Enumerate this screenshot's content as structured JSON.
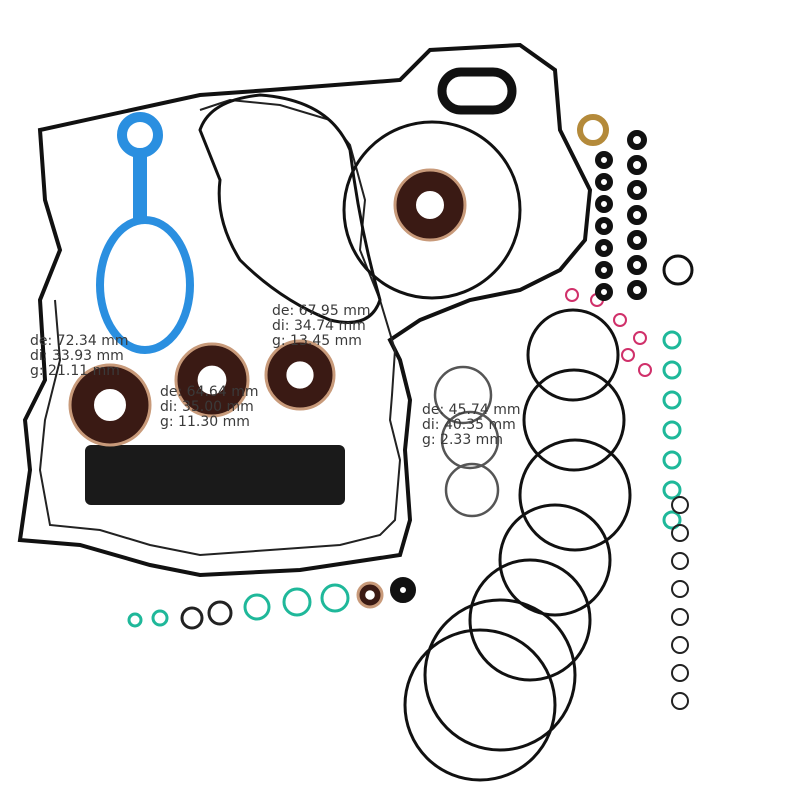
{
  "labels": [
    {
      "de": "de: 72.34 mm",
      "di": "di: 33.93 mm",
      "g": "g: 21.11 mm"
    },
    {
      "de": "de: 64.64 mm",
      "di": "di: 35.00 mm",
      "g": "g: 11.30 mm"
    },
    {
      "de": "de: 67.95 mm",
      "di": "di: 34.74 mm",
      "g": "g: 13.45 mm"
    },
    {
      "de": "de: 45.74 mm",
      "di": "di: 40.35 mm",
      "g": "g: 2.33 mm"
    }
  ],
  "colors": {
    "gasket": "#111111",
    "tool": "#2a8fe0",
    "teal_rings": "#1fb89a",
    "red_rings": "#d0306a",
    "seal_body": "#3a1a14",
    "seal_rim": "#c89a7a"
  }
}
